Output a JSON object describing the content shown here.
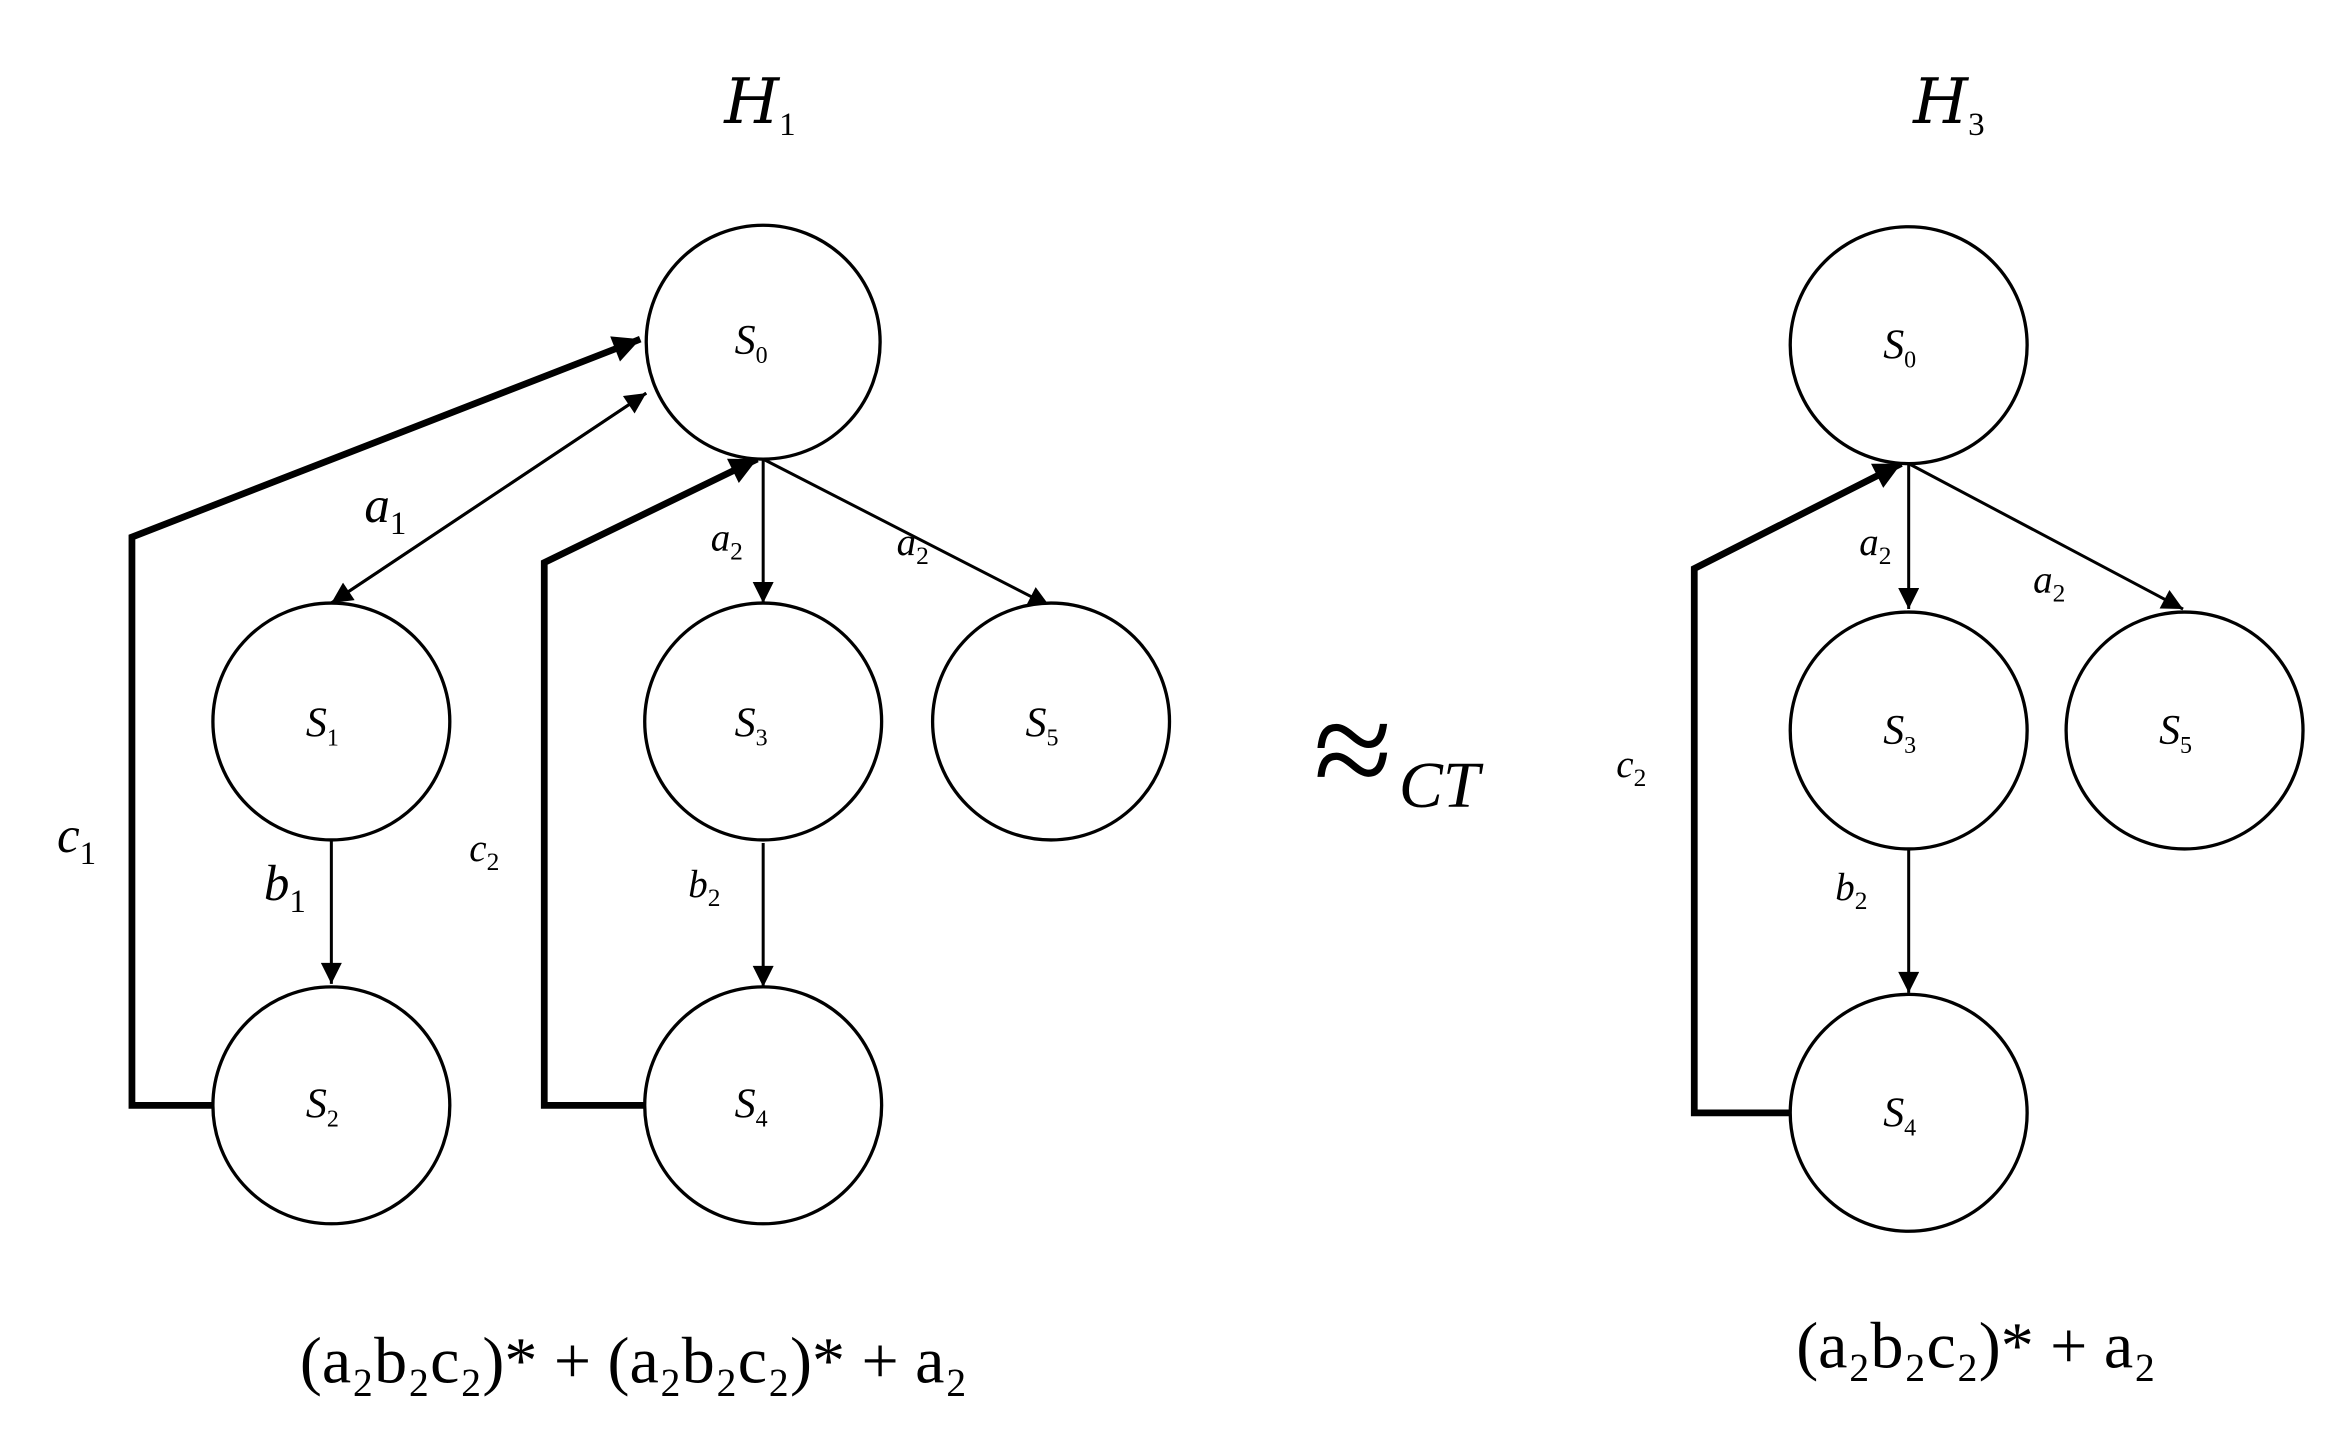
{
  "diagram": {
    "left_graph": {
      "title": {
        "main": "H",
        "sub": "1"
      },
      "nodes": [
        {
          "id": "S0",
          "main": "S",
          "sub": "0"
        },
        {
          "id": "S1",
          "main": "S",
          "sub": "1"
        },
        {
          "id": "S2",
          "main": "S",
          "sub": "2"
        },
        {
          "id": "S3",
          "main": "S",
          "sub": "3"
        },
        {
          "id": "S4",
          "main": "S",
          "sub": "4"
        },
        {
          "id": "S5",
          "main": "S",
          "sub": "5"
        }
      ],
      "edges": [
        {
          "from": "S0",
          "to": "S1",
          "label_main": "a",
          "label_sub": "1"
        },
        {
          "from": "S1",
          "to": "S2",
          "label_main": "b",
          "label_sub": "1"
        },
        {
          "from": "S2",
          "to": "S0",
          "label_main": "c",
          "label_sub": "1"
        },
        {
          "from": "S0",
          "to": "S3",
          "label_main": "a",
          "label_sub": "2"
        },
        {
          "from": "S0",
          "to": "S5",
          "label_main": "a",
          "label_sub": "2"
        },
        {
          "from": "S3",
          "to": "S4",
          "label_main": "b",
          "label_sub": "2"
        },
        {
          "from": "S4",
          "to": "S0",
          "label_main": "c",
          "label_sub": "2"
        }
      ],
      "expression": "(a₂b₂c₂)* + (a₂b₂c₂)* + a₂"
    },
    "relation": {
      "symbol": "≈",
      "sub": "CT"
    },
    "right_graph": {
      "title": {
        "main": "H",
        "sub": "3"
      },
      "nodes": [
        {
          "id": "S0",
          "main": "S",
          "sub": "0"
        },
        {
          "id": "S3",
          "main": "S",
          "sub": "3"
        },
        {
          "id": "S4",
          "main": "S",
          "sub": "4"
        },
        {
          "id": "S5",
          "main": "S",
          "sub": "5"
        }
      ],
      "edges": [
        {
          "from": "S0",
          "to": "S3",
          "label_main": "a",
          "label_sub": "2"
        },
        {
          "from": "S0",
          "to": "S5",
          "label_main": "a",
          "label_sub": "2"
        },
        {
          "from": "S3",
          "to": "S4",
          "label_main": "b",
          "label_sub": "2"
        },
        {
          "from": "S4",
          "to": "S0",
          "label_main": "c",
          "label_sub": "2"
        }
      ],
      "expression": "(a₂b₂c₂)* + a₂"
    }
  }
}
